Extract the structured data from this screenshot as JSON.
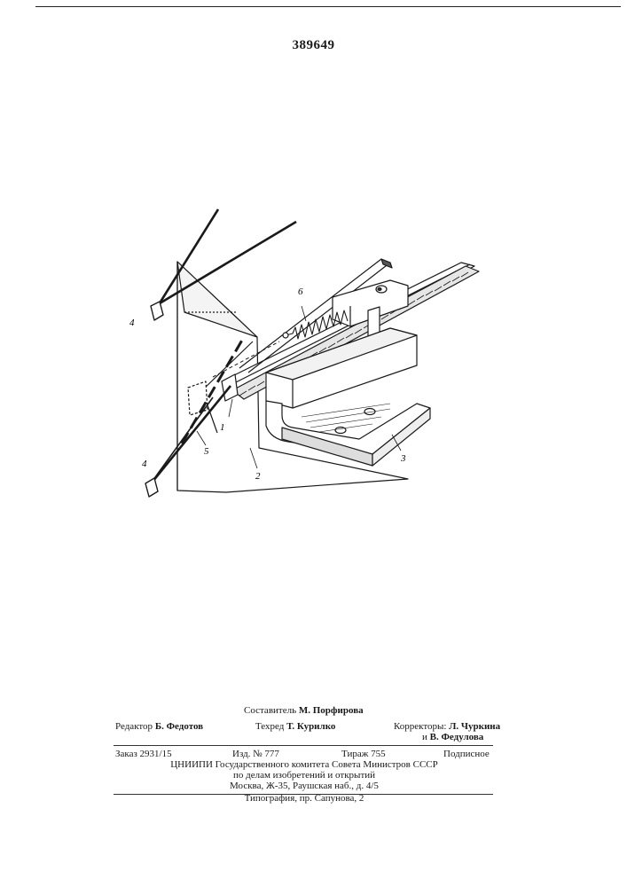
{
  "header": {
    "patent_number": "389649"
  },
  "figure": {
    "labels": {
      "l1": "1",
      "l2": "2",
      "l3": "3",
      "l4a": "4",
      "l4b": "4",
      "l5": "5",
      "l6": "6"
    }
  },
  "credits": {
    "compiler_role": "Составитель",
    "compiler_name": "М. Порфирова",
    "editor_role": "Редактор",
    "editor_name": "Б. Федотов",
    "techred_role": "Техред",
    "techred_name": "Т. Курилко",
    "correctors_role": "Корректоры:",
    "corrector1_name": "Л. Чуркина",
    "and_word": "и",
    "corrector2_name": "В. Федулова"
  },
  "imprint": {
    "order": "Заказ 2931/15",
    "edition": "Изд. № 777",
    "circulation": "Тираж 755",
    "subscription": "Подписное",
    "org_line1": "ЦНИИПИ Государственного комитета Совета Министров СССР",
    "org_line2": "по делам изобретений и открытий",
    "org_line3": "Москва, Ж-35, Раушская наб., д. 4/5",
    "printer": "Типография, пр. Сапунова, 2"
  }
}
